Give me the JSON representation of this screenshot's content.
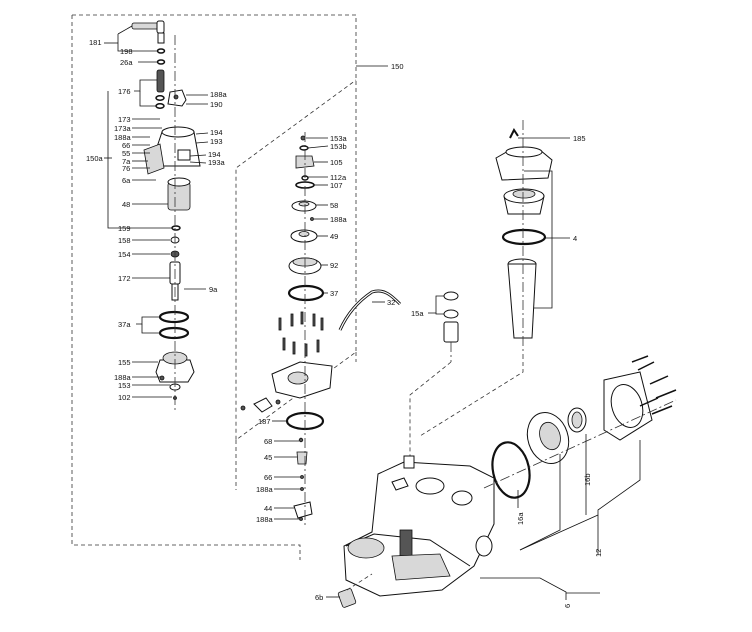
{
  "labels": {
    "l181": "181",
    "l198": "198",
    "l26a": "26a",
    "l176": "176",
    "l188a_top": "188a",
    "l190": "190",
    "l150": "150",
    "l173": "173",
    "l173a": "173a",
    "l188a_b": "188a",
    "l66_a": "66",
    "l150a": "150a",
    "l55": "55",
    "l7a": "7a",
    "l76": "76",
    "l6a": "6a",
    "l194a": "194",
    "l193": "193",
    "l194b": "194",
    "l193a": "193a",
    "l48": "48",
    "l159": "159",
    "l158": "158",
    "l154": "154",
    "l172": "172",
    "l9a": "9a",
    "l37a": "37a",
    "l155": "155",
    "l188a_c": "188a",
    "l153": "153",
    "l102": "102",
    "l153a": "153a",
    "l153b": "153b",
    "l105": "105",
    "l112a": "112a",
    "l107": "107",
    "l58": "58",
    "l188a_d": "188a",
    "l49": "49",
    "l92": "92",
    "l37": "37",
    "l32": "32",
    "l15a": "15a",
    "l187": "187",
    "l68": "68",
    "l45": "45",
    "l66_b": "66",
    "l188a_e": "188a",
    "l44": "44",
    "l188a_f": "188a",
    "l185": "185",
    "l4": "4",
    "l16a": "16a",
    "l16b": "16b",
    "l12": "12",
    "l6b": "6b",
    "l6": "6"
  }
}
